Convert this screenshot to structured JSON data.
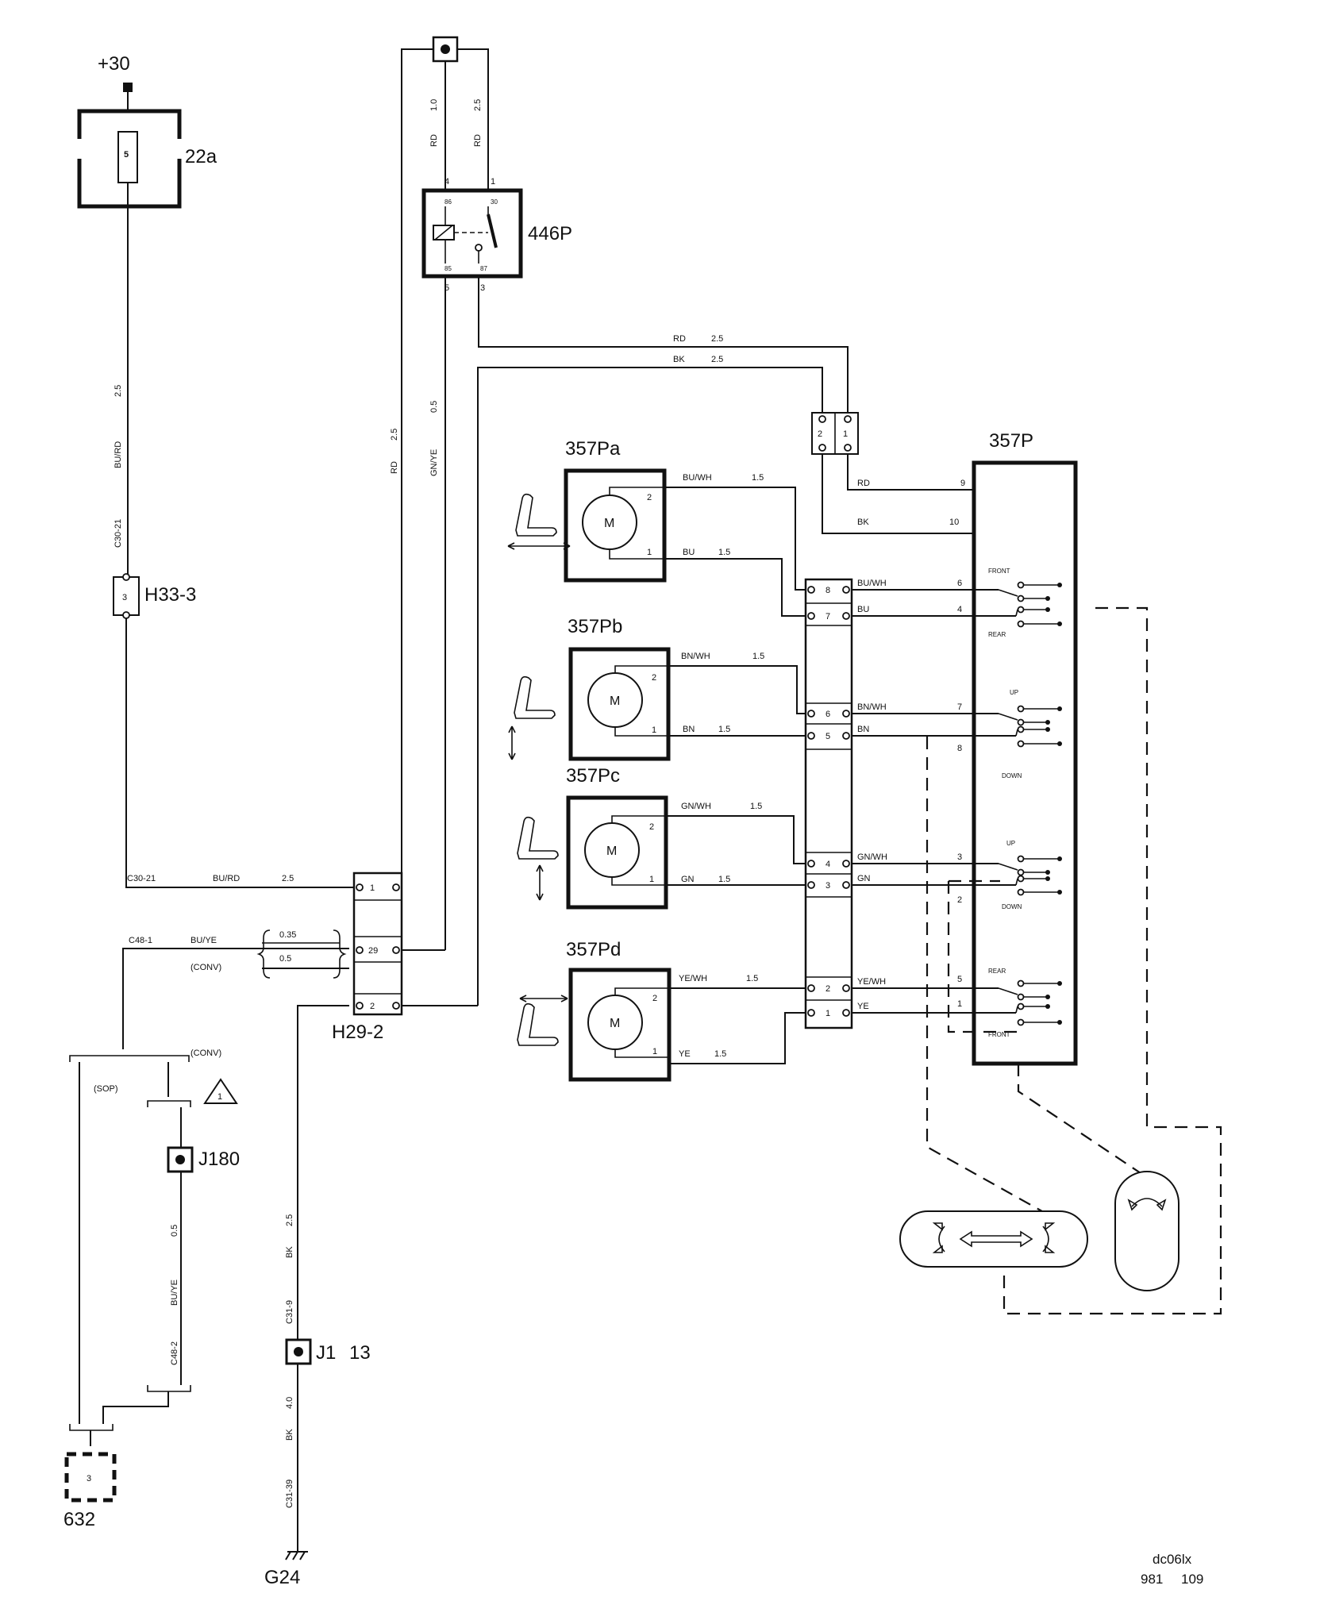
{
  "power": {
    "terminal": "+30"
  },
  "fuse": {
    "id": "22a",
    "number": "5"
  },
  "relay": {
    "id": "446P",
    "pins": {
      "p86": "86",
      "p30": "30",
      "p85": "85",
      "p87": "87"
    },
    "wire_pins": {
      "w4": "4",
      "w1": "1",
      "w5": "5",
      "w3": "3"
    }
  },
  "wires": {
    "relay_in_left": {
      "color": "RD",
      "size": "1.0"
    },
    "relay_in_right": {
      "color": "RD",
      "size": "2.5"
    },
    "fuse_down": {
      "color": "BU/RD",
      "size": "2.5",
      "conn": "C30-21"
    },
    "rd_long": {
      "color": "RD",
      "size": "2.5"
    },
    "gnye": {
      "color": "GN/YE",
      "size": "0.5"
    },
    "top_rd": {
      "color": "RD",
      "size": "2.5"
    },
    "top_bk": {
      "color": "BK",
      "size": "2.5"
    },
    "bottom_bured": {
      "conn": "C30-21",
      "color": "BU/RD",
      "size": "2.5"
    },
    "c48": {
      "conn": "C48-1",
      "color": "BU/YE",
      "variant": "(CONV)",
      "sizes": [
        "0.35",
        "0.5"
      ]
    },
    "ground_upper": {
      "size": "2.5",
      "color": "BK",
      "conn": "C31-9"
    },
    "ground_lower": {
      "size": "4.0",
      "color": "BK",
      "conn": "C31-39"
    },
    "j180_branch": {
      "size": "0.5",
      "color": "BU/YE",
      "conn": "C48-2"
    },
    "rd_to_357p": {
      "color": "RD",
      "pin": "9"
    },
    "bk_to_357p": {
      "color": "BK",
      "pin": "10"
    }
  },
  "connectors": {
    "h33": {
      "id": "H33-3",
      "pin": "3"
    },
    "h29": {
      "id": "H29-2",
      "pins": [
        "1",
        "29",
        "2"
      ]
    },
    "small": {
      "pins": [
        "2",
        "1"
      ]
    },
    "main": {
      "pins": [
        "8",
        "7",
        "6",
        "5",
        "4",
        "3",
        "2",
        "1"
      ]
    }
  },
  "splices": {
    "j180": "J180",
    "j1": "J1",
    "j1_num": "13"
  },
  "ground": "G24",
  "module_632": {
    "id": "632",
    "pin": "3"
  },
  "warning": {
    "number": "1"
  },
  "variants": {
    "sop": "(SOP)",
    "conv": "(CONV)"
  },
  "motors": [
    {
      "id": "357Pa",
      "symbol": "M",
      "pin_top": "2",
      "pin_bot": "1",
      "wire_top": "BU/WH",
      "size_top": "1.5",
      "wire_bot": "BU",
      "size_bot": "1.5"
    },
    {
      "id": "357Pb",
      "symbol": "M",
      "pin_top": "2",
      "pin_bot": "1",
      "wire_top": "BN/WH",
      "size_top": "1.5",
      "wire_bot": "BN",
      "size_bot": "1.5"
    },
    {
      "id": "357Pc",
      "symbol": "M",
      "pin_top": "2",
      "pin_bot": "1",
      "wire_top": "GN/WH",
      "size_top": "1.5",
      "wire_bot": "GN",
      "size_bot": "1.5"
    },
    {
      "id": "357Pd",
      "symbol": "M",
      "pin_top": "2",
      "pin_bot": "1",
      "wire_top": "YE/WH",
      "size_top": "1.5",
      "wire_bot": "YE",
      "size_bot": "1.5"
    }
  ],
  "switch": {
    "id": "357P",
    "rows": [
      {
        "wire": "BU/WH",
        "pin": "6"
      },
      {
        "wire": "BU",
        "pin": "4"
      },
      {
        "wire": "BN/WH",
        "pin": "7"
      },
      {
        "wire": "BN",
        "pin": "8"
      },
      {
        "wire": "GN/WH",
        "pin": "3"
      },
      {
        "wire": "GN",
        "pin": "2"
      },
      {
        "wire": "YE/WH",
        "pin": "5"
      },
      {
        "wire": "YE",
        "pin": "1"
      }
    ],
    "labels": {
      "front1": "FRONT",
      "rear1": "REAR",
      "up1": "UP",
      "down1": "DOWN",
      "up2": "UP",
      "down2": "DOWN",
      "rear2": "REAR",
      "front2": "FRONT"
    }
  },
  "footer": {
    "code": "dc06lx",
    "num1": "981",
    "num2": "109"
  }
}
